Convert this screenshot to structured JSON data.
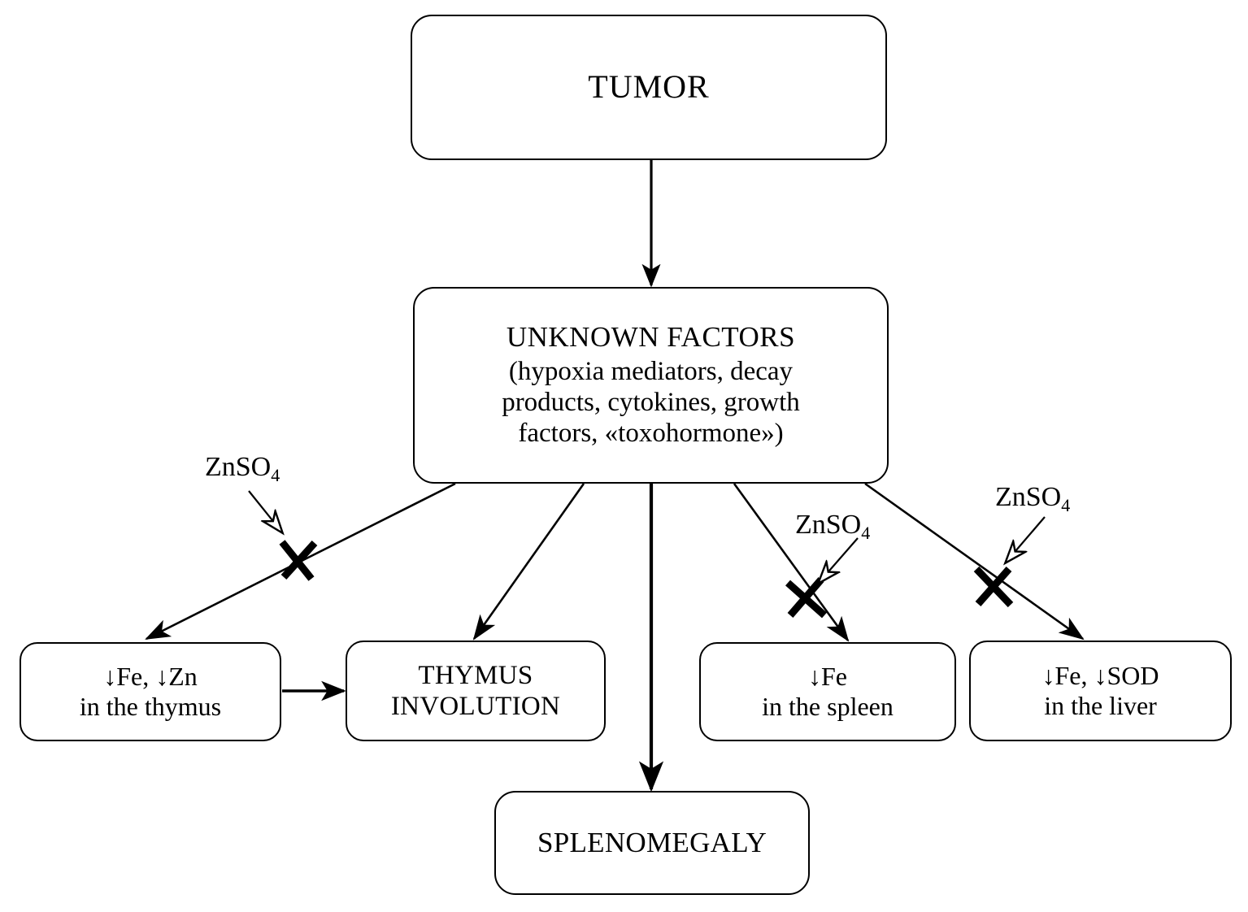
{
  "diagram": {
    "title_hidden": "",
    "background": "#ffffff",
    "stroke": "#000000",
    "nodes": {
      "tumor": {
        "label": "TUMOR"
      },
      "unknown_factors": {
        "title": "UNKNOWN FACTORS",
        "detail_line1": "(hypoxia mediators, decay",
        "detail_line2": "products, cytokines, growth",
        "detail_line3": "factors, «toxohormone»)"
      },
      "thymus_fe_zn": {
        "line1": "↓Fe, ↓Zn",
        "line2": "in the thymus"
      },
      "thymus_involution": {
        "line1": "THYMUS",
        "line2": "INVOLUTION"
      },
      "spleen_fe": {
        "line1": "↓Fe",
        "line2": "in the spleen"
      },
      "liver_fe_sod": {
        "line1": "↓Fe, ↓SOD",
        "line2": "in the liver"
      },
      "splenomegaly": {
        "label": "SPLENOMEGALY"
      }
    },
    "annotations": {
      "znso4_1": {
        "formula": "ZnSO",
        "subscript": "4"
      },
      "znso4_2": {
        "formula": "ZnSO",
        "subscript": "4"
      },
      "znso4_3": {
        "formula": "ZnSO",
        "subscript": "4"
      }
    },
    "edges": [
      {
        "name": "tumor-to-unknown-factors",
        "from": "tumor",
        "to": "unknown_factors",
        "blocked": false
      },
      {
        "name": "unknown-factors-to-thymus-fe-zn",
        "from": "unknown_factors",
        "to": "thymus_fe_zn",
        "blocked": true
      },
      {
        "name": "unknown-factors-to-thymus-involution",
        "from": "unknown_factors",
        "to": "thymus_involution",
        "blocked": false
      },
      {
        "name": "unknown-factors-to-splenomegaly",
        "from": "unknown_factors",
        "to": "splenomegaly",
        "blocked": false
      },
      {
        "name": "unknown-factors-to-spleen-fe",
        "from": "unknown_factors",
        "to": "spleen_fe",
        "blocked": true
      },
      {
        "name": "unknown-factors-to-liver-fe-sod",
        "from": "unknown_factors",
        "to": "liver_fe_sod",
        "blocked": true
      },
      {
        "name": "thymus-fe-zn-to-thymus-involution",
        "from": "thymus_fe_zn",
        "to": "thymus_involution",
        "blocked": false
      }
    ],
    "block_markers": 3,
    "inhibitor_arrows": 3
  }
}
